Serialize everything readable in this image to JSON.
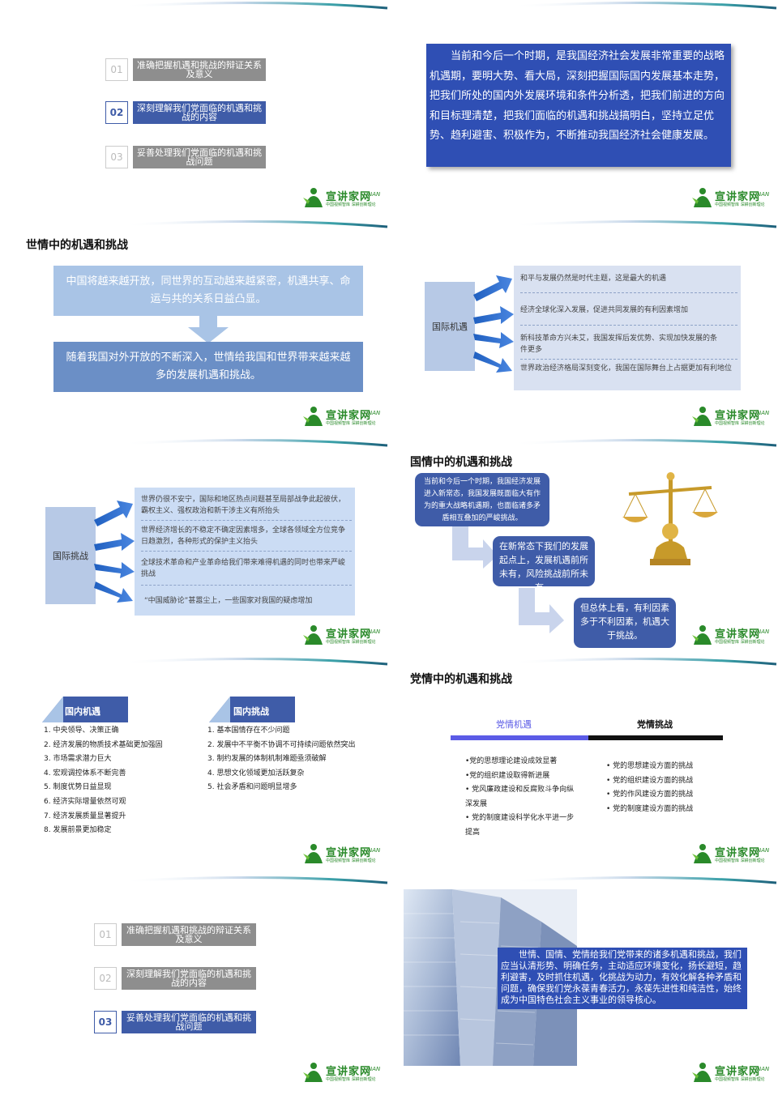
{
  "logo": {
    "main": "宣讲家网",
    "suffix": "NAN",
    "slogan": "中国视频智库 深耕创新理论"
  },
  "toc": [
    {
      "num": "01",
      "label": "准确把握机遇和挑战的辩证关系及意义"
    },
    {
      "num": "02",
      "label": "深刻理解我们党面临的机遇和挑战的内容"
    },
    {
      "num": "03",
      "label": "妥善处理我们党面临的机遇和挑战问题"
    }
  ],
  "slide2": {
    "text": "当前和今后一个时期，是我国经济社会发展非常重要的战略机遇期，要明大势、看大局，深刻把握国际国内发展基本走势，把我们所处的国内外发展环境和条件分析透，把我们前进的方向和目标理清楚，把我们面临的机遇和挑战搞明白，坚持立足优势、趋利避害、积极作为，不断推动我国经济社会健康发展。"
  },
  "slide3": {
    "title": "世情中的机遇和挑战",
    "top": "中国将越来越开放，同世界的互动越来越紧密，机遇共享、命运与共的关系日益凸显。",
    "bottom": "随着我国对外开放的不断深入，世情给我国和世界带来越来越多的发展机遇和挑战。"
  },
  "slide4": {
    "label": "国际机遇",
    "items": [
      "和平与发展仍然是时代主题，这是最大的机遇",
      "经济全球化深入发展，促进共同发展的有利因素增加",
      "新科技革命方兴未艾，我国发挥后发优势、实现加快发展的条件更多",
      "世界政治经济格局深刻变化，我国在国际舞台上占据更加有利地位"
    ]
  },
  "slide5": {
    "label": "国际挑战",
    "items": [
      "世界仍很不安宁，国际和地区热点问题甚至局部战争此起彼伏，霸权主义、强权政治和新干涉主义有所抬头",
      "世界经济增长的不稳定不确定因素增多，全球各领域全方位竞争日趋激烈，各种形式的保护主义抬头",
      "全球技术革命和产业革命给我们带来难得机遇的同时也带来严峻挑战",
      "“中国威胁论”甚嚣尘上，一些国家对我国的疑虑增加"
    ]
  },
  "slide6": {
    "title": "国情中的机遇和挑战",
    "box1": "当前和今后一个时期，我国经济发展进入新常态，我国发展既面临大有作为的重大战略机遇期，也面临诸多矛盾相互叠加的严峻挑战。",
    "box2": "在新常态下我们的发展起点上，发展机遇前所未有，风险挑战前所未有。",
    "box3": "但总体上看，有利因素多于不利因素，机遇大于挑战。"
  },
  "slide7": {
    "left_title": "国内机遇",
    "left_items": [
      "1.  中央领导、决策正确",
      "2.  经济发展的物质技术基础更加强固",
      "3.  市场需求潜力巨大",
      "4.  宏观调控体系不断完善",
      "5.  制度优势日益显现",
      "6.  经济实际增量依然可观",
      "7.  经济发展质量显著提升",
      "8.  发展前景更加稳定"
    ],
    "right_title": "国内挑战",
    "right_items": [
      "1.  基本国情存在不少问题",
      "2.  发展中不平衡不协调不可持续问题依然突出",
      "3.  制约发展的体制机制难题亟须破解",
      "4.  思想文化领域更加活跃复杂",
      "5.  社会矛盾和问题明显增多"
    ]
  },
  "slide8": {
    "title": "党情中的机遇和挑战",
    "left_title": "党情机遇",
    "right_title": "党情挑战",
    "left_items": [
      "•党的思想理论建设成效显著",
      "•党的组织建设取得新进展",
      "• 党风廉政建设和反腐败斗争向纵深发展",
      "• 党的制度建设科学化水平进一步提高"
    ],
    "right_items": [
      "• 党的思想建设方面的挑战",
      "• 党的组织建设方面的挑战",
      "• 党的作风建设方面的挑战",
      "• 党的制度建设方面的挑战"
    ]
  },
  "slide10": {
    "text": "世情、国情、党情给我们党带来的诸多机遇和挑战，我们应当认清形势、明确任务，主动适应环境变化，扬长避短，趋利避害，及时抓住机遇，化挑战为动力，有效化解各种矛盾和问题，确保我们党永葆青春活力，永葆先进性和纯洁性，始终成为中国特色社会主义事业的领导核心。"
  },
  "colors": {
    "accent": "#3f5ca8",
    "gray": "#8e8e8e",
    "light_blue": "#a9c4e6",
    "mid_blue": "#6b8fc6",
    "green": "#2a8a2a"
  }
}
